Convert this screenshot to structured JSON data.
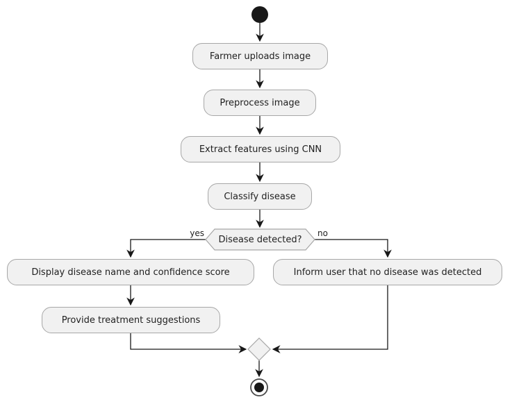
{
  "colors": {
    "background": "#ffffff",
    "node_fill": "#f1f1f1",
    "node_border": "#a7a7a7",
    "edge": "#181818",
    "text": "#1f1f1f"
  },
  "diagram": {
    "type": "activity-flowchart",
    "nodes": {
      "start": {
        "kind": "start"
      },
      "farmer": {
        "kind": "activity",
        "label": "Farmer uploads image"
      },
      "preprocess": {
        "kind": "activity",
        "label": "Preprocess image"
      },
      "extract": {
        "kind": "activity",
        "label": "Extract features using CNN"
      },
      "classify": {
        "kind": "activity",
        "label": "Classify disease"
      },
      "decision": {
        "kind": "decision",
        "label": "Disease detected?"
      },
      "display": {
        "kind": "activity",
        "label": "Display disease name and confidence score"
      },
      "provide": {
        "kind": "activity",
        "label": "Provide treatment suggestions"
      },
      "inform": {
        "kind": "activity",
        "label": "Inform user that no disease was detected"
      },
      "merge": {
        "kind": "merge"
      },
      "end": {
        "kind": "end"
      }
    },
    "branch_labels": {
      "yes": "yes",
      "no": "no"
    },
    "edges": [
      {
        "from": "start",
        "to": "farmer"
      },
      {
        "from": "farmer",
        "to": "preprocess"
      },
      {
        "from": "preprocess",
        "to": "extract"
      },
      {
        "from": "extract",
        "to": "classify"
      },
      {
        "from": "classify",
        "to": "decision"
      },
      {
        "from": "decision",
        "to": "display",
        "label": "yes"
      },
      {
        "from": "decision",
        "to": "inform",
        "label": "no"
      },
      {
        "from": "display",
        "to": "provide"
      },
      {
        "from": "provide",
        "to": "merge"
      },
      {
        "from": "inform",
        "to": "merge"
      },
      {
        "from": "merge",
        "to": "end"
      }
    ]
  }
}
